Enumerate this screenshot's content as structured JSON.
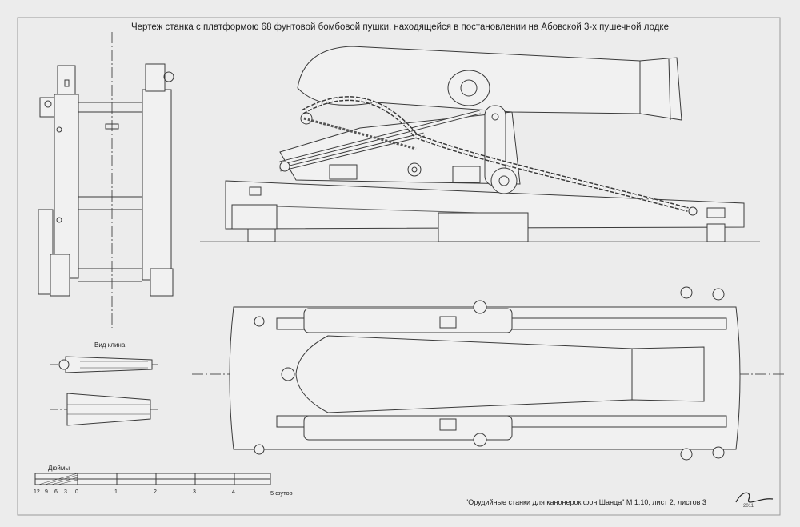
{
  "title": "Чертеж станка с платформою 68 фунтовой бомбовой пушки, находящейся в постановлении на Абовской 3-х пушечной лодке",
  "wedge_view_label": "Вид клина",
  "scale": {
    "title": "Дюймы",
    "ticks": [
      "12",
      "9",
      "6",
      "3",
      "0",
      "1",
      "2",
      "3",
      "4"
    ],
    "unit_label": "5 футов"
  },
  "caption": "\"Орудийные станки для канонерок фон Шанца\" М 1:10, лист 2, листов 3",
  "signature_year": "2011",
  "colors": {
    "paper": "#ececec",
    "line": "#3a3a3a",
    "fill": "#f1f1f1"
  }
}
